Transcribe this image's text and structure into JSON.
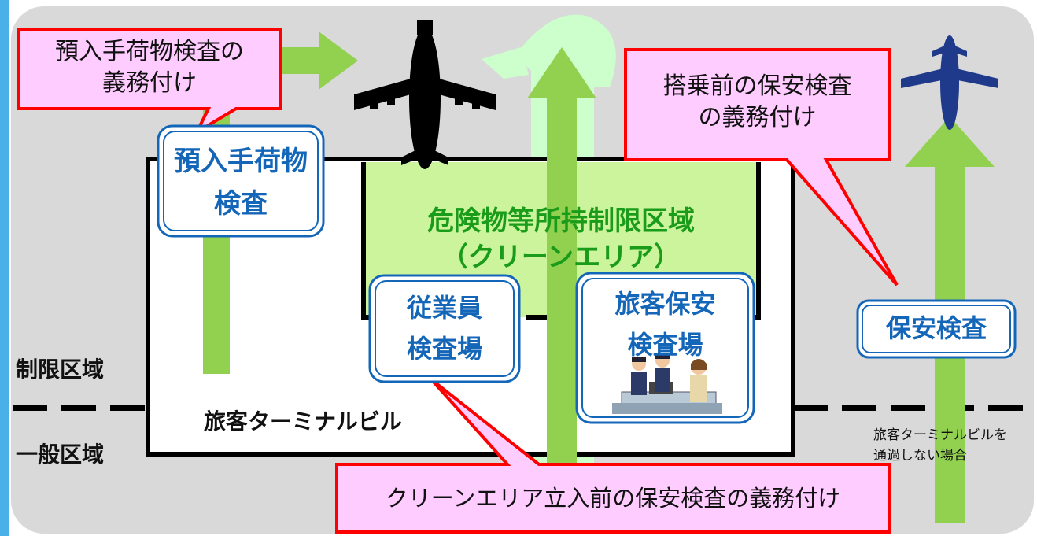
{
  "zones": {
    "restricted_label": "制限区域",
    "general_label": "一般区域"
  },
  "terminal": {
    "label": "旅客ターミナルビル"
  },
  "clean_area": {
    "title": "危険物等所持制限区域",
    "subtitle": "（クリーンエリア）"
  },
  "checkpoints": {
    "baggage": [
      "預入手荷物",
      "検査"
    ],
    "staff": [
      "従業員",
      "検査場"
    ],
    "passenger": [
      "旅客保安",
      "検査場"
    ],
    "security": "保安検査"
  },
  "callouts": {
    "baggage": [
      "預入手荷物検査の",
      "義務付け"
    ],
    "boarding": [
      "搭乗前の保安検査",
      "の義務付け"
    ],
    "clean_area": "クリーンエリア立入前の保安検査の義務付け"
  },
  "note": [
    "旅客ターミナルビルを",
    "通過しない場合"
  ],
  "colors": {
    "background": "#d9d9d9",
    "arrow_green": "#92d050",
    "arrow_light": "#ccffcc",
    "clean_area_fill": "#ccf49c",
    "clean_area_text": "#1a9c1a",
    "checkpoint_text": "#1466b8",
    "callout_fill": "#ffccff",
    "callout_border": "#ff0000",
    "left_bar": "#4ab0e8"
  },
  "icons": [
    "airplane-icon",
    "airplane-icon",
    "people-icon"
  ]
}
